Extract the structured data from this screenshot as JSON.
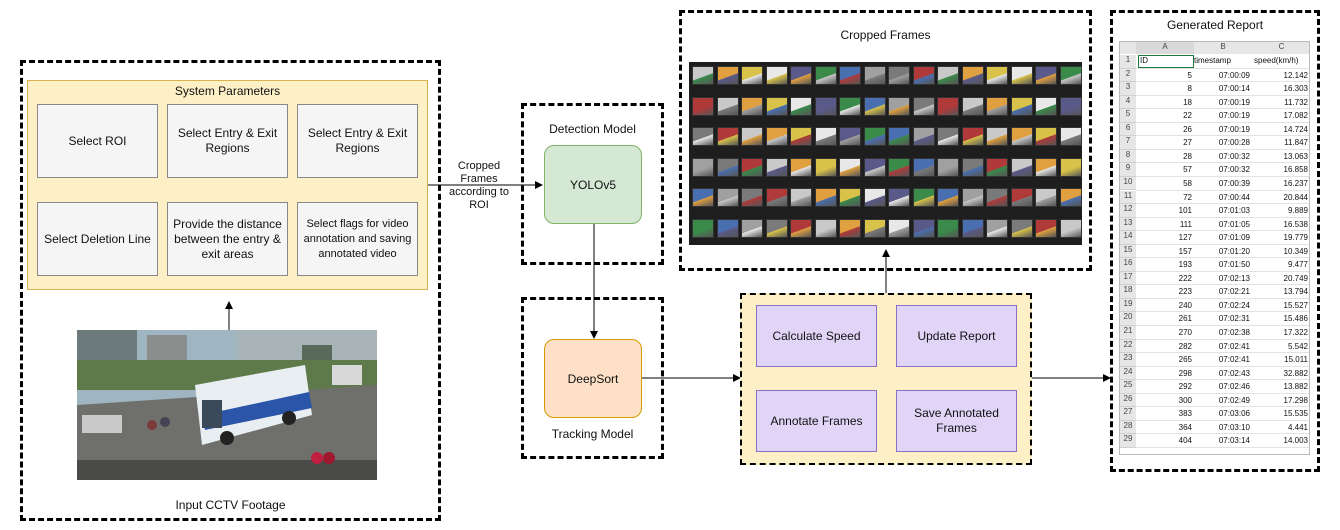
{
  "system_params": {
    "title": "System Parameters",
    "boxes": [
      "Select ROI",
      "Select Entry & Exit Regions",
      "Select Entry & Exit Regions",
      "Select Deletion Line",
      "Provide the distance between the entry & exit areas",
      "Select flags for video annotation and saving annotated video"
    ]
  },
  "input": {
    "label": "Input CCTV Footage"
  },
  "arrow_label": "Cropped Frames according to ROI",
  "detection": {
    "title": "Detection Model",
    "node": "YOLOv5"
  },
  "tracking": {
    "title": "Tracking Model",
    "node": "DeepSort"
  },
  "cropped": {
    "title": "Cropped Frames"
  },
  "processing": [
    "Calculate Speed",
    "Update Report",
    "Annotate Frames",
    "Save Annotated Frames"
  ],
  "report": {
    "title": "Generated Report",
    "col_letters": [
      "A",
      "B",
      "C"
    ],
    "headers": [
      "ID",
      "timestamp",
      "speed(km/h)"
    ],
    "row_numbers": [
      1,
      2,
      3,
      4,
      5,
      6,
      7,
      8,
      9,
      10,
      11,
      12,
      13,
      14,
      15,
      16,
      17,
      18,
      19,
      20,
      21,
      22,
      23,
      24,
      25,
      26,
      27,
      28,
      29
    ],
    "rows": [
      [
        "5",
        "07:00:09",
        "12.142"
      ],
      [
        "8",
        "07:00:14",
        "16.303"
      ],
      [
        "18",
        "07:00:19",
        "11.732"
      ],
      [
        "22",
        "07:00:19",
        "17.082"
      ],
      [
        "26",
        "07:00:19",
        "14.724"
      ],
      [
        "27",
        "07:00:28",
        "11.847"
      ],
      [
        "28",
        "07:00:32",
        "13.063"
      ],
      [
        "57",
        "07:00:32",
        "16.858"
      ],
      [
        "58",
        "07:00:39",
        "16.237"
      ],
      [
        "72",
        "07:00:44",
        "20.844"
      ],
      [
        "101",
        "07:01:03",
        "9.889"
      ],
      [
        "111",
        "07:01:05",
        "16.538"
      ],
      [
        "127",
        "07:01:09",
        "19.779"
      ],
      [
        "157",
        "07:01:20",
        "10.349"
      ],
      [
        "193",
        "07:01:50",
        "9.477"
      ],
      [
        "222",
        "07:02:13",
        "20.749"
      ],
      [
        "223",
        "07:02:21",
        "13.794"
      ],
      [
        "240",
        "07:02:24",
        "15.527"
      ],
      [
        "261",
        "07:02:31",
        "15.486"
      ],
      [
        "270",
        "07:02:38",
        "17.322"
      ],
      [
        "282",
        "07:02:41",
        "5.542"
      ],
      [
        "265",
        "07:02:41",
        "15.011"
      ],
      [
        "298",
        "07:02:43",
        "32.882"
      ],
      [
        "292",
        "07:02:46",
        "13.882"
      ],
      [
        "300",
        "07:02:49",
        "17.298"
      ],
      [
        "383",
        "07:03:06",
        "15.535"
      ],
      [
        "364",
        "07:03:10",
        "4.441"
      ],
      [
        "404",
        "07:03:14",
        "14.003"
      ]
    ]
  },
  "colors": {
    "params_bg": "#fdefc6",
    "params_border": "#d9b24c",
    "yolo_bg": "#d5e8d4",
    "yolo_border": "#82b366",
    "deepsort_bg": "#fde0c6",
    "deepsort_border": "#d79b00",
    "purple_bg": "#e1d5f7",
    "purple_border": "#8a6fc7"
  }
}
